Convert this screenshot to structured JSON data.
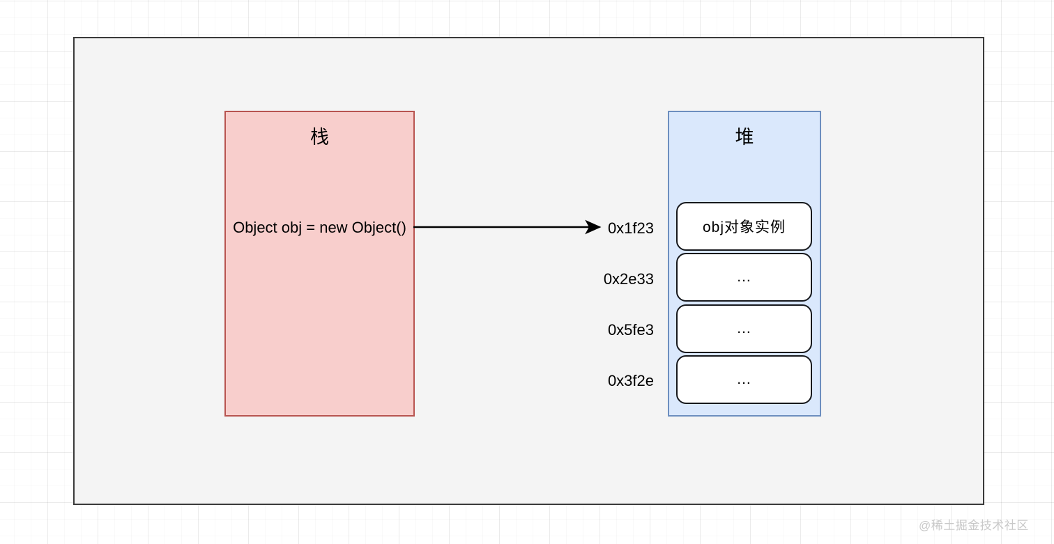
{
  "canvas": {
    "background_color": "#ffffff",
    "grid_color": "#eaeaea"
  },
  "outer_frame": {
    "fill_color": "#f4f4f4",
    "border_color": "#3a3a3a"
  },
  "stack": {
    "title": "栈",
    "code_line": "Object obj = new Object()",
    "fill_color": "#f8cecc",
    "border_color": "#b85450"
  },
  "heap": {
    "title": "堆",
    "fill_color": "#dae8fc",
    "border_color": "#6c8ebf",
    "slots": [
      {
        "label": "obj对象实例"
      },
      {
        "label": "..."
      },
      {
        "label": "..."
      },
      {
        "label": "..."
      }
    ]
  },
  "addresses": [
    {
      "value": "0x1f23"
    },
    {
      "value": "0x2e33"
    },
    {
      "value": "0x5fe3"
    },
    {
      "value": "0x3f2e"
    }
  ],
  "arrow": {
    "color": "#000000"
  },
  "watermark": {
    "text": "@稀土掘金技术社区",
    "color": "#c9c9c9"
  }
}
